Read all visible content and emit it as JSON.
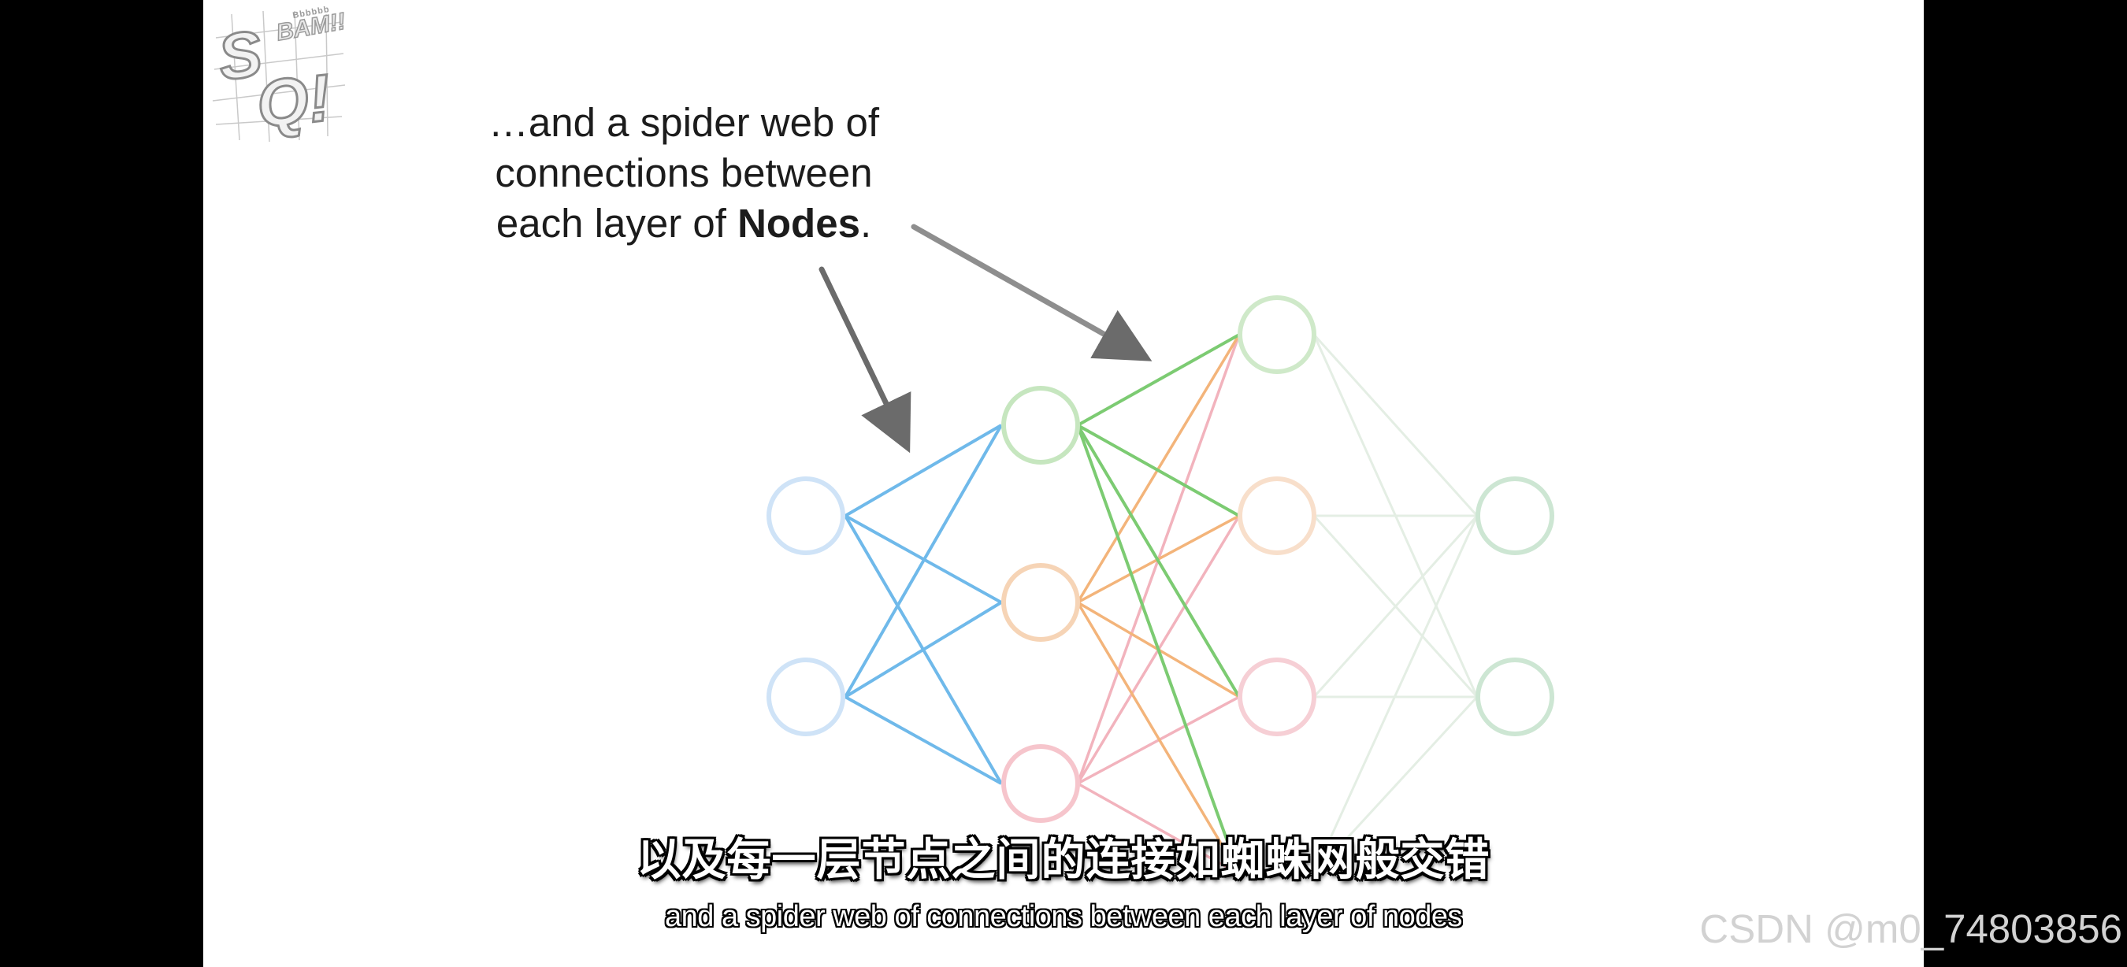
{
  "logo": {
    "text": "SQ!",
    "word": "BAM!!",
    "tagline": "Bbbbbb",
    "icon": "statquest-logo-icon"
  },
  "callout": {
    "line1": "…and a spider web of",
    "line2": "connections between",
    "line3_prefix": "each layer of ",
    "line3_bold": "Nodes",
    "line3_suffix": "."
  },
  "subtitles": {
    "chinese": "以及每一层节点之间的连接如蜘蛛网般交错",
    "english": "and a spider web of connections between each layer of nodes"
  },
  "watermark": "CSDN @m0_74803856",
  "colors": {
    "input_layer": "#cfe3f7",
    "input_connections": "#6fb9ea",
    "hidden1_top": "#c6e6bf",
    "hidden1_middle": "#f6d4b6",
    "hidden1_bottom": "#f6c5cc",
    "green_connections": "#7ccb72",
    "orange_connections": "#f3b47a",
    "pink_connections": "#f0aab5",
    "faded_connections": "#e6efe6",
    "arrow": "#6b6b6b"
  }
}
